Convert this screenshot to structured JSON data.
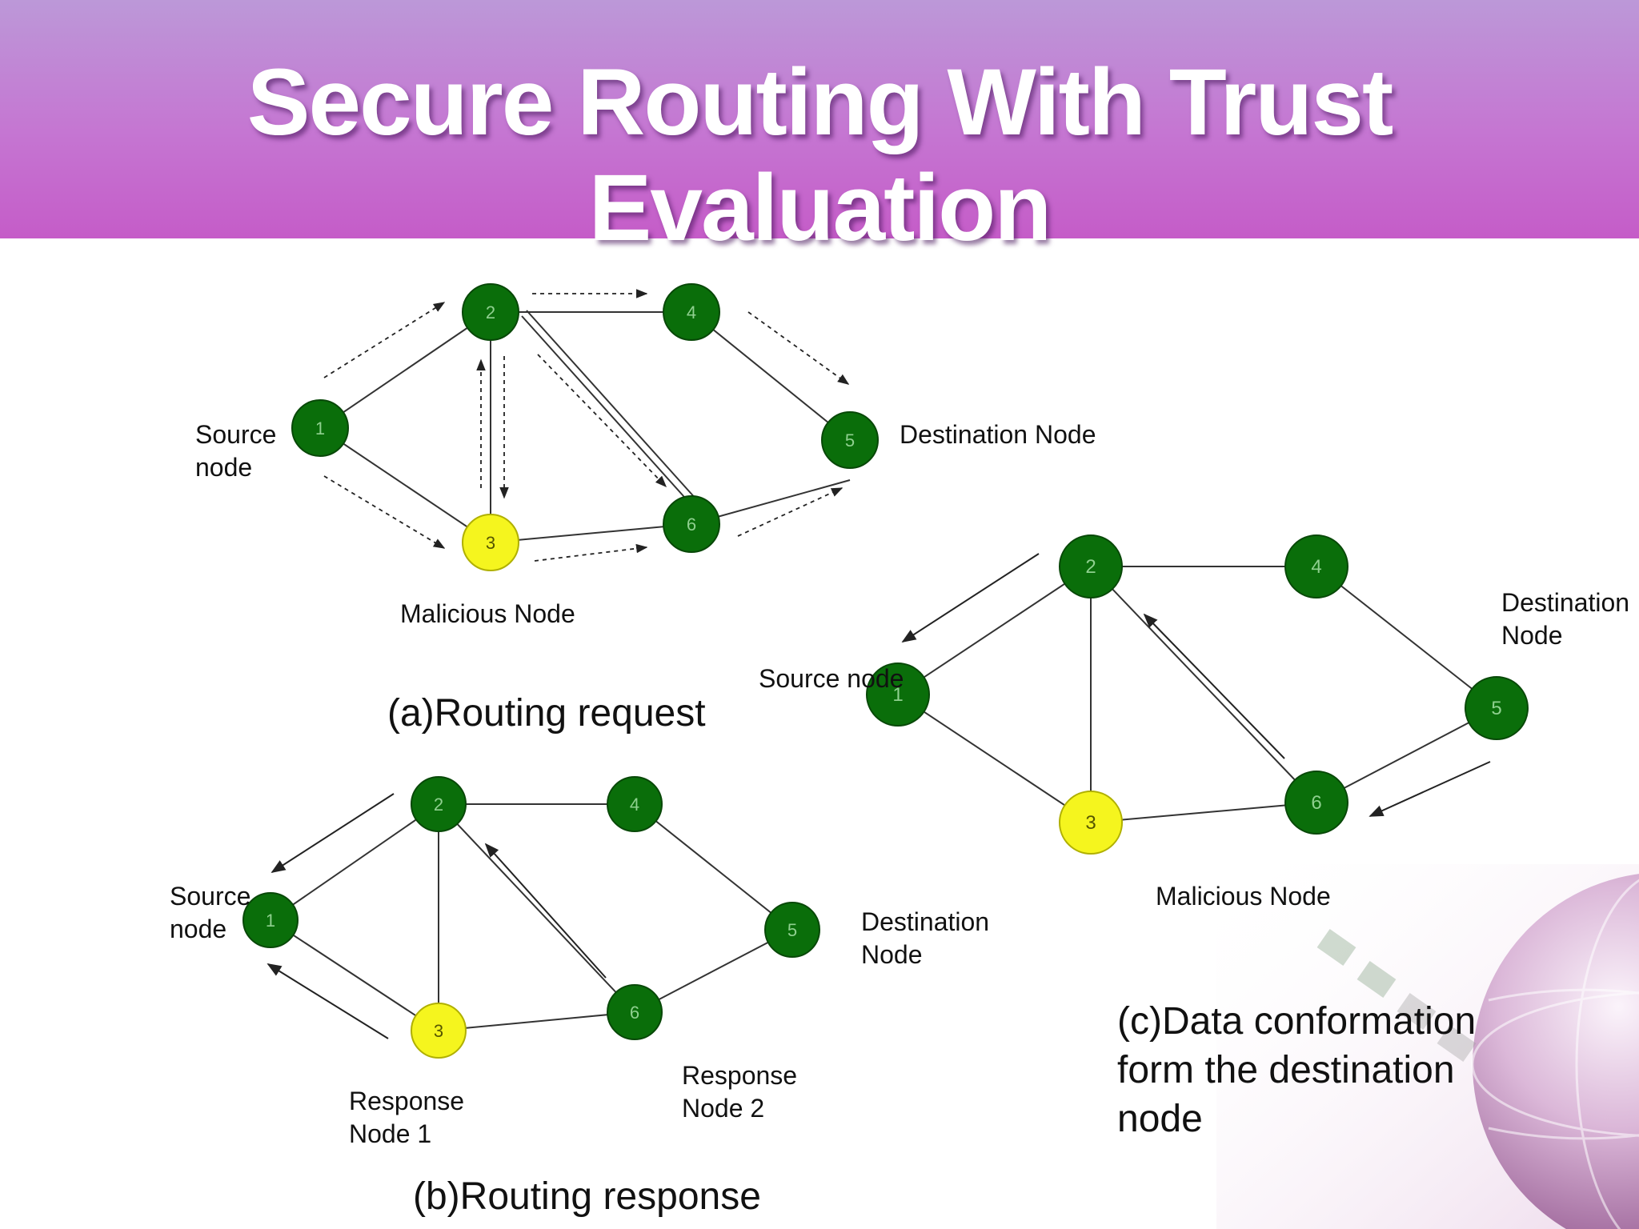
{
  "title": {
    "lines": [
      "Secure Routing With Trust",
      "Evaluation"
    ]
  },
  "colors": {
    "header_top": "#bc98d8",
    "header_bottom": "#c55cc8",
    "normal_node_fill": "#0a6e0a",
    "malicious_node_fill": "#f5f51e",
    "edge": "#222222"
  },
  "diagram_a": {
    "caption": "(a)Routing request",
    "source_label": [
      "Source",
      "node"
    ],
    "destination_label": [
      "Destination Node"
    ],
    "malicious_label": [
      "Malicious Node"
    ],
    "node_labels": [
      "1",
      "2",
      "3",
      "4",
      "5",
      "6"
    ]
  },
  "diagram_b": {
    "caption": "(b)Routing response",
    "source_label": [
      "Source",
      "node"
    ],
    "destination_label": [
      "Destination",
      "Node"
    ],
    "response1_label": [
      "Response",
      "Node 1"
    ],
    "response2_label": [
      "Response",
      "Node 2"
    ],
    "node_labels": [
      "1",
      "2",
      "3",
      "4",
      "5",
      "6"
    ]
  },
  "diagram_c": {
    "caption": [
      "(c)Data conformation",
      "form the destination",
      "node"
    ],
    "source_label": [
      "Source node"
    ],
    "destination_label": [
      "Destination",
      "Node"
    ],
    "malicious_label": [
      "Malicious Node"
    ],
    "node_labels": [
      "1",
      "2",
      "3",
      "4",
      "5",
      "6"
    ]
  }
}
